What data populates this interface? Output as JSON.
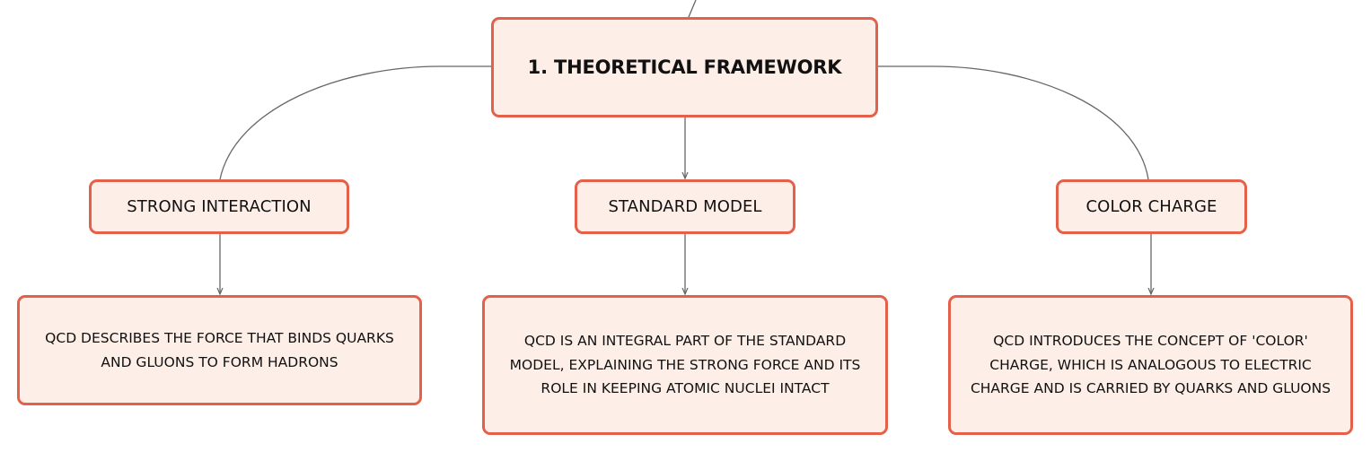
{
  "mindmap": {
    "root": {
      "label": "1. THEORETICAL FRAMEWORK"
    },
    "branches": [
      {
        "topic": "STRONG INTERACTION",
        "detail": "QCD DESCRIBES THE FORCE THAT BINDS QUARKS AND GLUONS TO FORM HADRONS"
      },
      {
        "topic": "STANDARD MODEL",
        "detail": "QCD IS AN INTEGRAL PART OF THE STANDARD MODEL, EXPLAINING THE STRONG FORCE AND ITS ROLE IN KEEPING ATOMIC NUCLEI INTACT"
      },
      {
        "topic": "COLOR CHARGE",
        "detail": "QCD INTRODUCES THE CONCEPT OF 'COLOR' CHARGE, WHICH IS ANALOGOUS TO ELECTRIC CHARGE AND IS CARRIED BY QUARKS AND GLUONS"
      }
    ]
  },
  "colors": {
    "node_border": "#e4604a",
    "node_fill": "#fdefe8",
    "connector": "#666666",
    "text": "#111111"
  }
}
